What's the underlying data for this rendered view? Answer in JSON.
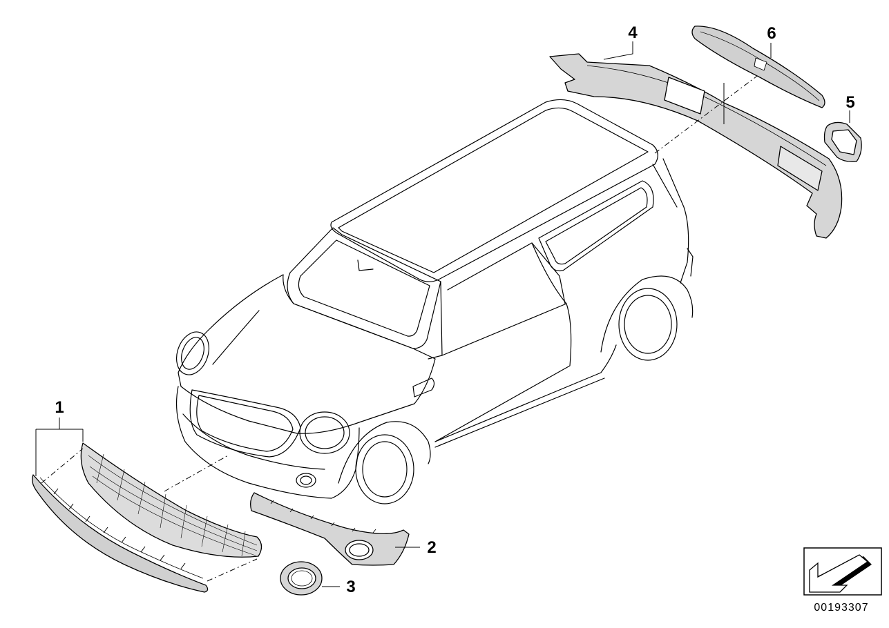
{
  "diagram": {
    "callouts": [
      {
        "id": "1",
        "label": "1"
      },
      {
        "id": "2",
        "label": "2"
      },
      {
        "id": "3",
        "label": "3"
      },
      {
        "id": "4",
        "label": "4"
      },
      {
        "id": "5",
        "label": "5"
      },
      {
        "id": "6",
        "label": "6"
      }
    ],
    "document_number": "00193307"
  },
  "colors": {
    "line": "#000000",
    "part_fill": "#d9d9d9",
    "background": "#ffffff"
  }
}
